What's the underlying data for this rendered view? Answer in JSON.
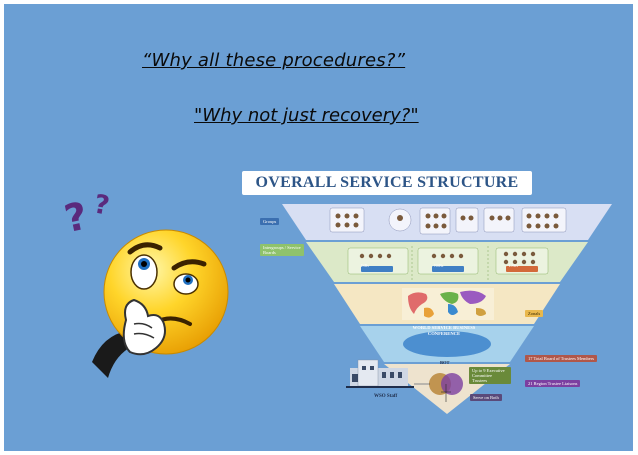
{
  "slide": {
    "question_1": "“Why all these procedures?”",
    "question_2": "\"Why not just recovery?\""
  },
  "diagram": {
    "title": "OVERALL SERVICE STRUCTURE",
    "tags": {
      "groups": "Groups",
      "intergroups": "Intergroups / Service Boards",
      "zonals": "Zonals",
      "bot_total": "17 Total Board of Trustees Members",
      "executive": "Up to 9 Executive Committee Trustees",
      "liaisons": "21 Region Trustee Liaisons",
      "serve_on_both": "Serve on Both"
    },
    "levels": {
      "isb_left": "ISBs",
      "isb_mid": "NSBs",
      "isb_right": "LSBs",
      "wsbc": "WORLD SERVICE BUSINESS CONFERENCE",
      "bot": "BOT",
      "wso_staff": "WSO Staff"
    }
  },
  "colors": {
    "slide_background": "#6b9fd4",
    "title_blue": "#2d5587",
    "groups_band": "#d8dff3",
    "intergroup_band": "#dce9c8",
    "zonal_band": "#f5e7c3",
    "wsbc_band": "#a7d2ec",
    "bot_band": "#eee3ce"
  },
  "icons": [
    "question-mark-icon",
    "thinking-face-icon",
    "world-map-icon",
    "building-icon"
  ]
}
